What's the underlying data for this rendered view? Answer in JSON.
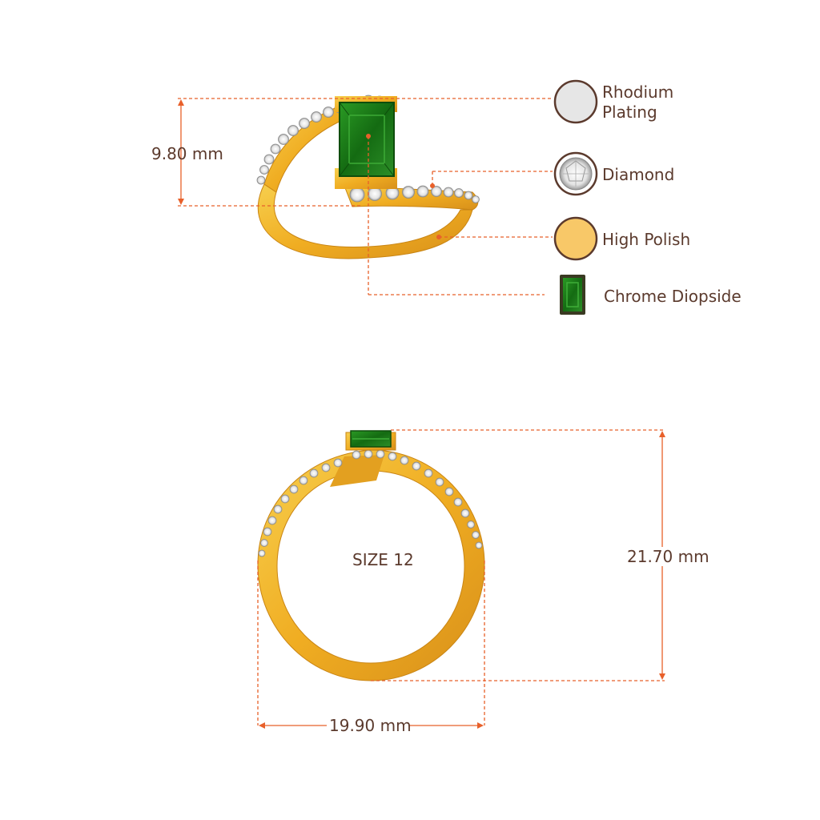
{
  "top_view": {
    "height_label": "9.80 mm"
  },
  "legend": [
    {
      "icon": "rhodium-plating-swatch-icon",
      "line1": "Rhodium",
      "line2": "Plating"
    },
    {
      "icon": "diamond-swatch-icon",
      "line1": "Diamond",
      "line2": ""
    },
    {
      "icon": "high-polish-swatch-icon",
      "line1": "High Polish",
      "line2": ""
    },
    {
      "icon": "chrome-diopside-swatch-icon",
      "line1": "Chrome Diopside",
      "line2": ""
    }
  ],
  "front_view": {
    "size_label": "SIZE 12",
    "height_label": "21.70 mm",
    "width_label": "19.90 mm"
  },
  "colors": {
    "dimension_line": "#e8602a",
    "gold": "#f2b52c",
    "gold_dark": "#d18e12",
    "gem": "#1f7a1a",
    "text": "#5b3a2d"
  }
}
